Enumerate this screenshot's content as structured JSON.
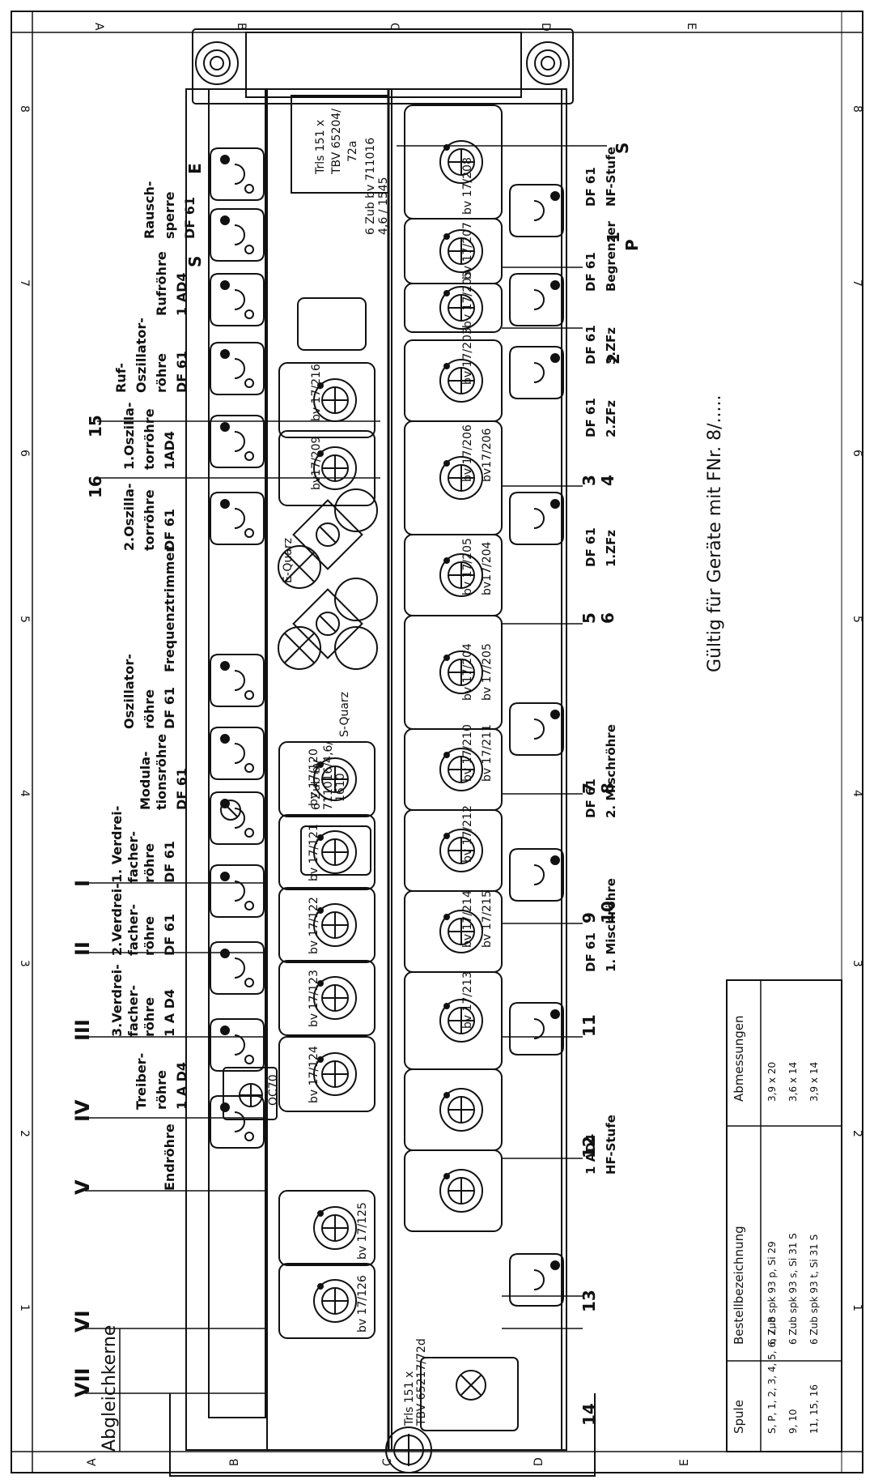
{
  "title": "Abgleichkerne",
  "validity_note": "Gültig für Geräte mit FNr. 8/.....",
  "grid_letters": [
    "A",
    "B",
    "C",
    "D",
    "E"
  ],
  "grid_numbers": [
    "8",
    "7",
    "6",
    "5",
    "4",
    "3",
    "2",
    "1"
  ],
  "tube_labels": [
    "Rausch-",
    "sperre",
    "DF 61",
    "Rufröhre",
    "1 AD4",
    "Ruf-",
    "Oszillator-",
    "röhre",
    "DF 61",
    "1.Oszilla-",
    "torröhre",
    "1AD4",
    "2.Oszilla-",
    "torröhre",
    "DF 61",
    "Frequenztrimmer",
    "Oszillator-",
    "röhre",
    "DF 61",
    "Modula-",
    "tionsröhre",
    "DF 61",
    "1. Verdrei-",
    "facher-",
    "röhre",
    "DF 61",
    "2.Verdrei-",
    "facher-",
    "röhre",
    "DF 61",
    "3.Verdrei-",
    "facher-",
    "röhre",
    "1 A D4",
    "Treiber-",
    "röhre",
    "1 A D4",
    "Endröhre"
  ],
  "roman_markers": [
    "I",
    "II",
    "III",
    "IV",
    "V",
    "VI",
    "VII"
  ],
  "number_markers": [
    "15",
    "16",
    "3",
    "4",
    "5",
    "6",
    "7",
    "8",
    "9",
    "10",
    "11",
    "12",
    "13",
    "14",
    "1",
    "2",
    "S",
    "P",
    "E",
    "S"
  ],
  "lower_labels": [
    "DF 61",
    "NF-Stufe",
    "DF 61",
    "Begrenzer",
    "DF 61",
    "3.ZFz",
    "DF 61",
    "2.ZFz",
    "DF 61",
    "1.ZFz",
    "DF 61",
    "2. Mischröhre",
    "DF 61",
    "1. Mischröhre",
    "1 AD4",
    "HF-Stufe"
  ],
  "coils_upper": [
    "bv 17/216",
    "bv17/209",
    "bv 17/120",
    "bv 17/121",
    "bv 17/122",
    "bv 17/123",
    "bv 17/124",
    "bv 17/125",
    "bv 17/126"
  ],
  "coils_lower": [
    "bv 17/208",
    "bv 17/207",
    "bv 17/203",
    "bv 17/203",
    "bv17/206",
    "bv 17/206",
    "bv17/204",
    "bv 17/205",
    "bv 17/205",
    "bv 17/204",
    "bv 17/211",
    "bv 17/210",
    "bv 17/212",
    "bv 17/215",
    "bv 17/214",
    "bv 17/213"
  ],
  "part_labels": [
    "Trls 151 x",
    "TBV 65204/",
    "72a",
    "6 Zub bv 711016",
    "4,6 / 1545",
    "E-Quarz",
    "S-Quarz",
    "6 Zub bv",
    "711016/4,6/",
    "1610",
    "OC70",
    "Trls 151 x",
    "TBV 65217/72d"
  ],
  "table": {
    "headers": [
      "Spule",
      "Bestellbezeichnung",
      "Abmessungen"
    ],
    "rows": [
      [
        "S, P, 1, 2, 3, 4, 5, 6, 7, 8",
        "6 Zub spk 93 p, Si 29",
        "3,9 x 20"
      ],
      [
        "9, 10",
        "6 Zub spk 93 s, Si 31 S",
        "3,6 x 14"
      ],
      [
        "11, 15, 16",
        "6 Zub spk 93 t, Si 31 S",
        "3,9 x 14"
      ]
    ]
  }
}
